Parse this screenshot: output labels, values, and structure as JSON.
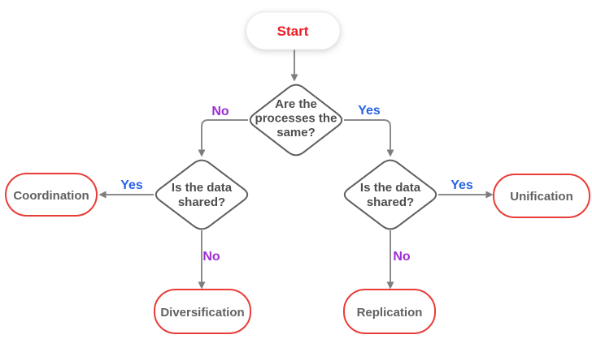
{
  "flowchart": {
    "start": {
      "label": "Start"
    },
    "decisions": {
      "top": {
        "lines": [
          "Are the",
          "processes the",
          "same?"
        ]
      },
      "left": {
        "lines": [
          "Is the data",
          "shared?"
        ]
      },
      "right": {
        "lines": [
          "Is the data",
          "shared?"
        ]
      }
    },
    "outcomes": {
      "coordination": {
        "label": "Coordination"
      },
      "diversification": {
        "label": "Diversification"
      },
      "unification": {
        "label": "Unification"
      },
      "replication": {
        "label": "Replication"
      }
    },
    "edge_labels": {
      "top_no": "No",
      "top_yes": "Yes",
      "left_yes": "Yes",
      "left_no": "No",
      "right_yes": "Yes",
      "right_no": "No"
    },
    "colors": {
      "start_text": "#ed1c24",
      "outcome_border": "#e93c37",
      "outcome_text": "#616161",
      "decision_border": "#5f5f5f",
      "decision_text": "#4d4d4d",
      "edge_line": "#8c8c8c",
      "arrowhead": "#7d7d7d",
      "yes_label": "#2763e8",
      "no_label": "#9d2fd4",
      "node_fill": "#ffffff"
    }
  }
}
